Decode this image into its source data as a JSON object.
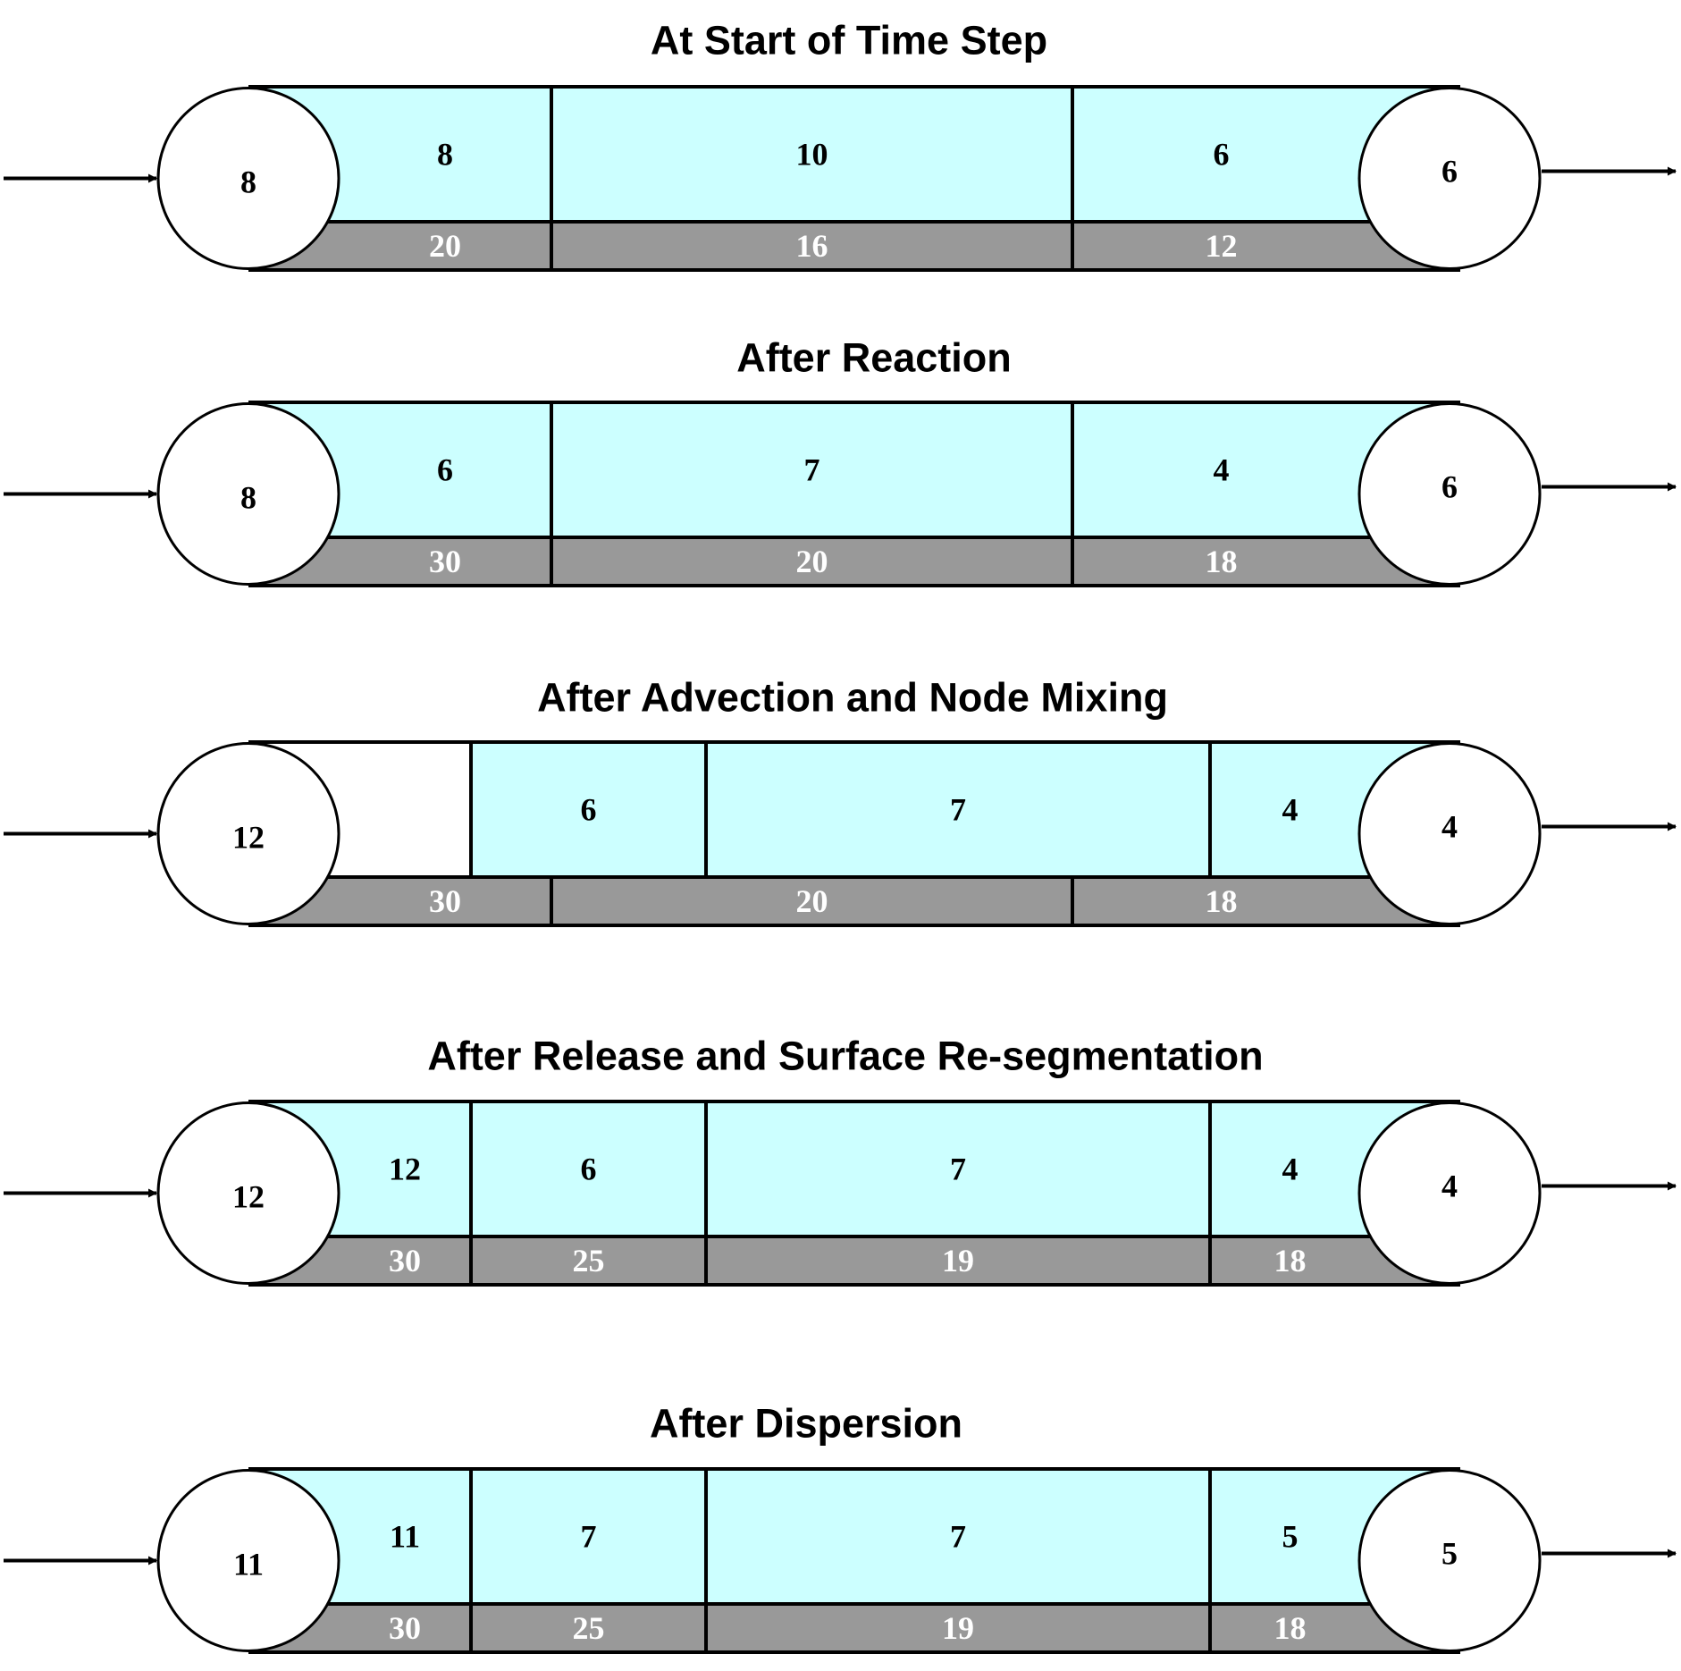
{
  "colors": {
    "water": "#ccffff",
    "wall": "#999999",
    "stroke": "#000000",
    "node": "#ffffff",
    "empty_segment": "#ffffff"
  },
  "panels": [
    {
      "title": "At Start of Time Step",
      "upstream_node": "8",
      "downstream_node": "6",
      "segments": [
        {
          "value": "8",
          "empty": false
        },
        {
          "value": "10",
          "empty": false
        },
        {
          "value": "6",
          "empty": false
        }
      ],
      "wall": [
        "20",
        "16",
        "12"
      ]
    },
    {
      "title": "After Reaction",
      "upstream_node": "8",
      "downstream_node": "6",
      "segments": [
        {
          "value": "6",
          "empty": false
        },
        {
          "value": "7",
          "empty": false
        },
        {
          "value": "4",
          "empty": false
        }
      ],
      "wall": [
        "30",
        "20",
        "18"
      ]
    },
    {
      "title": "After Advection and Node Mixing",
      "upstream_node": "12",
      "downstream_node": "4",
      "segments": [
        {
          "value": "",
          "empty": true
        },
        {
          "value": "6",
          "empty": false
        },
        {
          "value": "7",
          "empty": false
        },
        {
          "value": "4",
          "empty": false
        }
      ],
      "wall": [
        "30",
        "20",
        "18"
      ]
    },
    {
      "title": "After Release and Surface Re-segmentation",
      "upstream_node": "12",
      "downstream_node": "4",
      "segments": [
        {
          "value": "12",
          "empty": false
        },
        {
          "value": "6",
          "empty": false
        },
        {
          "value": "7",
          "empty": false
        },
        {
          "value": "4",
          "empty": false
        }
      ],
      "wall": [
        "30",
        "25",
        "19",
        "18"
      ]
    },
    {
      "title": "After Dispersion",
      "upstream_node": "11",
      "downstream_node": "5",
      "segments": [
        {
          "value": "11",
          "empty": false
        },
        {
          "value": "7",
          "empty": false
        },
        {
          "value": "7",
          "empty": false
        },
        {
          "value": "5",
          "empty": false
        }
      ],
      "wall": [
        "30",
        "25",
        "19",
        "18"
      ]
    }
  ]
}
